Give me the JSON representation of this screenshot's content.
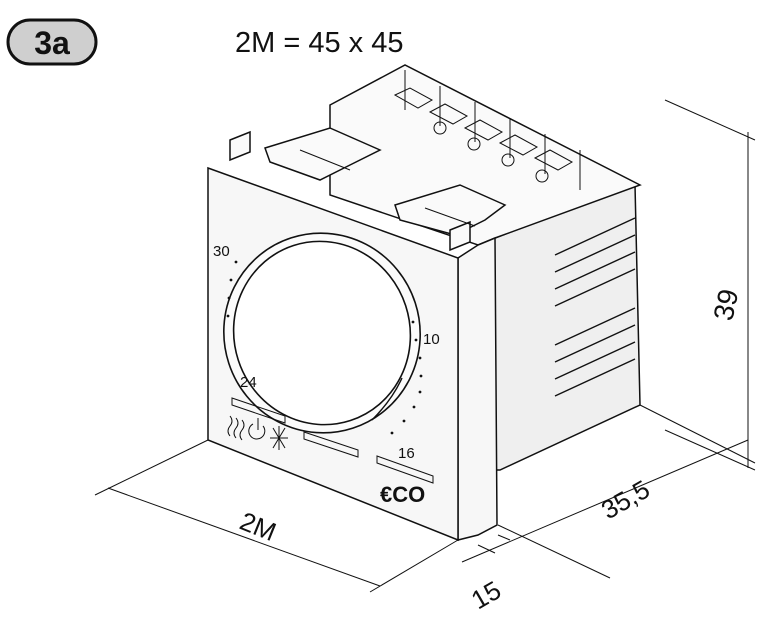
{
  "figure_label": "3a",
  "heading": "2M = 45 x 45",
  "dimensions": {
    "width_label": "2M",
    "depth_label": "35,5",
    "front_depth_label": "15",
    "height_label": "39"
  },
  "dial": {
    "scale_labels": [
      "30",
      "10",
      "24",
      "16"
    ]
  },
  "mode_symbols": [
    "heating-icon",
    "power-icon",
    "snowflake-icon"
  ],
  "eco_label": "€CO"
}
